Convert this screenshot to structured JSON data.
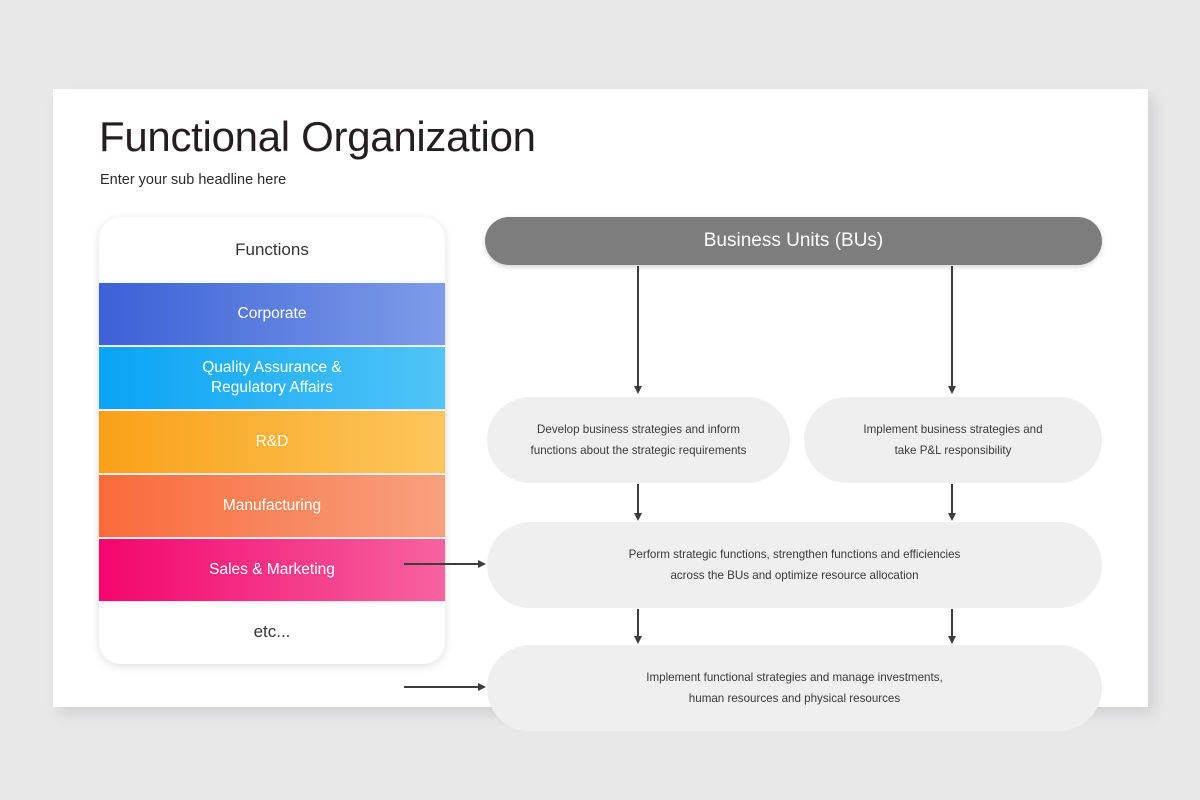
{
  "slide": {
    "title": "Functional Organization",
    "subtitle": "Enter your sub headline here",
    "background_color": "#e8e8e9",
    "card_color": "#ffffff"
  },
  "functions_panel": {
    "header_label": "Functions",
    "footer_label": "etc...",
    "items": [
      {
        "label": "Corporate",
        "gradient_from": "#3a61d6",
        "gradient_to": "#7e9ce9"
      },
      {
        "label": "Quality Assurance &\nRegulatory Affairs",
        "gradient_from": "#09a4f5",
        "gradient_to": "#51c4f7"
      },
      {
        "label": "R&D",
        "gradient_from": "#f9a117",
        "gradient_to": "#fcc65d"
      },
      {
        "label": "Manufacturing",
        "gradient_from": "#f96b3b",
        "gradient_to": "#f8a07e"
      },
      {
        "label": "Sales & Marketing",
        "gradient_from": "#f4056d",
        "gradient_to": "#f663a0"
      }
    ]
  },
  "business_units": {
    "header_label": "Business Units (BUs)",
    "header_color": "#7d7d7d",
    "box_color": "#efeff0",
    "boxes": [
      {
        "line1": "Develop business strategies and inform",
        "line2": "functions about the strategic requirements"
      },
      {
        "line1": "Implement business strategies and",
        "line2": "take P&L responsibility"
      },
      {
        "line1": "Perform strategic functions, strengthen functions and efficiencies",
        "line2": "across the BUs and optimize resource allocation"
      },
      {
        "line1": "Implement functional strategies and manage investments,",
        "line2": "human resources and physical resources"
      }
    ]
  }
}
